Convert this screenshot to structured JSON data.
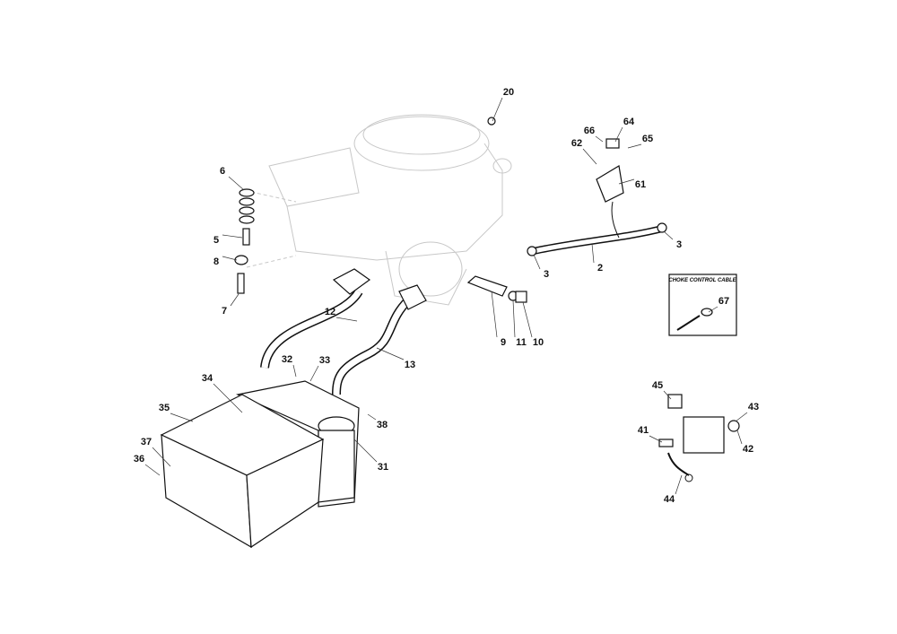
{
  "diagram": {
    "inset_title": "CHOKE CONTROL CABLE",
    "callouts": [
      "20",
      "66",
      "64",
      "65",
      "62",
      "61",
      "6",
      "5",
      "8",
      "7",
      "3",
      "3",
      "2",
      "9",
      "11",
      "10",
      "12",
      "13",
      "32",
      "33",
      "34",
      "35",
      "38",
      "31",
      "37",
      "36",
      "45",
      "43",
      "41",
      "42",
      "44",
      "67"
    ]
  }
}
